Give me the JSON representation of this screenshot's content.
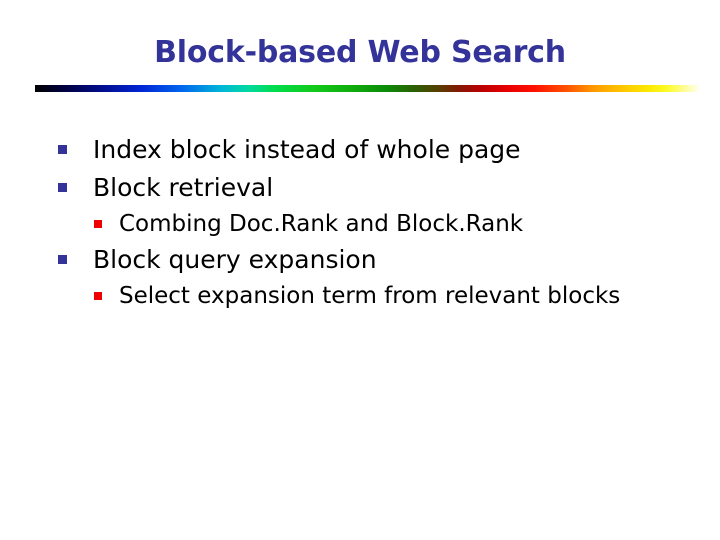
{
  "slide": {
    "title": "Block-based Web Search",
    "title_color": "#333399",
    "background_color": "#ffffff",
    "divider": {
      "name": "rainbow-gradient-bar",
      "stops": [
        "#000000",
        "#000d8c",
        "#0026d6",
        "#00b7d8",
        "#00dd4d",
        "#0faa0c",
        "#0c8a08",
        "#8a1403",
        "#e80000",
        "#ff5500",
        "#ffc400",
        "#fbe800",
        "#ffffff"
      ]
    },
    "bullet_marker_colors": {
      "level_1": "#333399",
      "level_2": "#ee0000"
    },
    "body_text_color": "#000000",
    "bullets": [
      {
        "level": 1,
        "marker": "square-bullet-navy",
        "text": "Index block instead of whole page"
      },
      {
        "level": 1,
        "marker": "square-bullet-navy",
        "text": "Block retrieval"
      },
      {
        "level": 2,
        "marker": "square-bullet-red",
        "text": "Combing Doc.Rank and Block.Rank"
      },
      {
        "level": 1,
        "marker": "square-bullet-navy",
        "text": "Block query expansion"
      },
      {
        "level": 2,
        "marker": "square-bullet-red",
        "text": "Select expansion term from relevant blocks"
      }
    ]
  }
}
